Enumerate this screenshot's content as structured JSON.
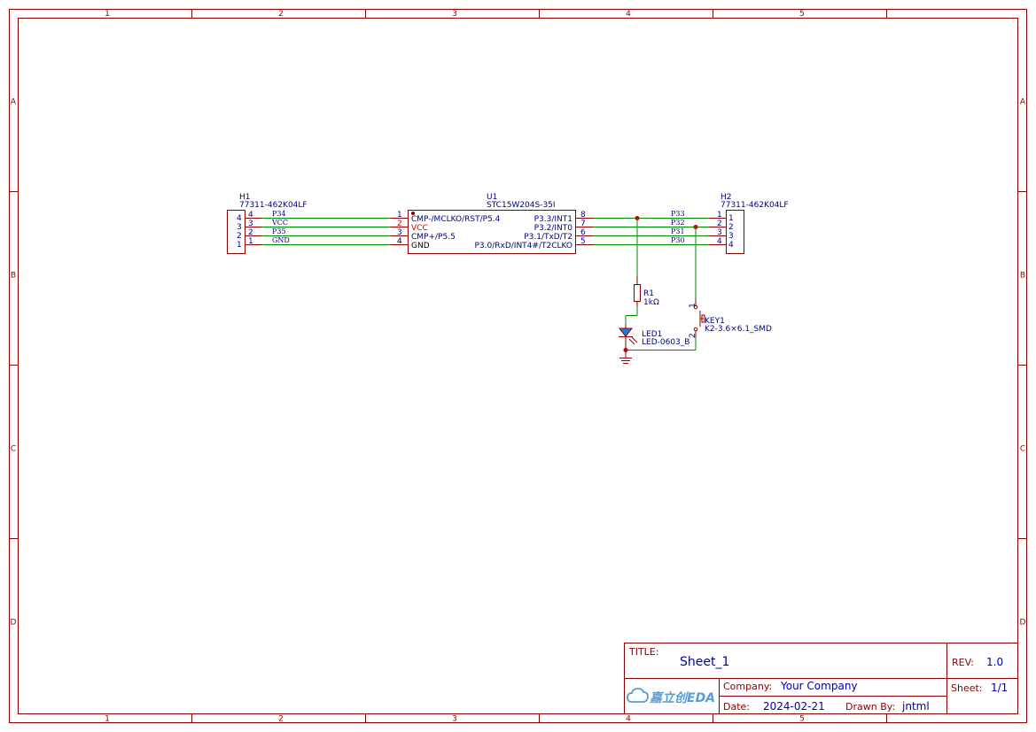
{
  "zones": {
    "columns": [
      "1",
      "2",
      "3",
      "4",
      "5"
    ],
    "rows": [
      "A",
      "B",
      "C",
      "D"
    ]
  },
  "components": {
    "h1": {
      "ref": "H1",
      "value": "77311-462K04LF",
      "pins": [
        "4",
        "3",
        "2",
        "1"
      ],
      "nets": [
        "P34",
        "VCC",
        "P35",
        "GND"
      ],
      "pin_labels": [
        "4",
        "3",
        "2",
        "1"
      ]
    },
    "u1": {
      "ref": "U1",
      "value": "STC15W204S-35I",
      "left_pins": [
        {
          "num": "1",
          "name": "CMP-/MCLKO/RST/P5.4"
        },
        {
          "num": "2",
          "name": "VCC"
        },
        {
          "num": "3",
          "name": "CMP+/P5.5"
        },
        {
          "num": "4",
          "name": "GND"
        }
      ],
      "right_pins": [
        {
          "num": "8",
          "name": "P3.3/INT1"
        },
        {
          "num": "7",
          "name": "P3.2/INT0"
        },
        {
          "num": "6",
          "name": "P3.1/TxD/T2"
        },
        {
          "num": "5",
          "name": "P3.0/RxD/INT4#/T2CLKO"
        }
      ]
    },
    "h2": {
      "ref": "H2",
      "value": "77311-462K04LF",
      "pins": [
        "1",
        "2",
        "3",
        "4"
      ],
      "nets": [
        "P33",
        "P32",
        "P31",
        "P30"
      ],
      "pin_labels": [
        "1",
        "2",
        "3",
        "4"
      ]
    },
    "r1": {
      "ref": "R1",
      "value": "1kΩ"
    },
    "led1": {
      "ref": "LED1",
      "value": "LED-0603_B"
    },
    "key1": {
      "ref": "KEY1",
      "value": "K2-3.6×6.1_SMD",
      "pin1": "1",
      "pin2": "2"
    }
  },
  "title_block": {
    "title_label": "TITLE:",
    "title_value": "Sheet_1",
    "rev_label": "REV:",
    "rev_value": "1.0",
    "company_label": "Company:",
    "company_value": "Your Company",
    "sheet_label": "Sheet:",
    "sheet_value": "1/1",
    "date_label": "Date:",
    "date_value": "2024-02-21",
    "drawn_label": "Drawn By:",
    "drawn_value": "jntml",
    "logo_text": "嘉立创EDA"
  }
}
